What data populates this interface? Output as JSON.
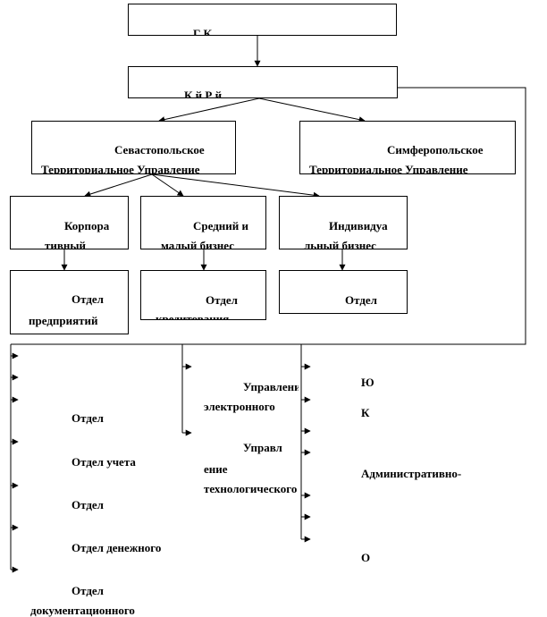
{
  "top_box": {
    "line1": "Г               К"
  },
  "main_box": {
    "line1": "К          й          Р          й"
  },
  "branches": {
    "left": {
      "line1": "Севастопольское",
      "line2": "Территориальное Управление"
    },
    "right": {
      "line1": "Симферопольское",
      "line2": "Территориальное Управление"
    }
  },
  "divisions": {
    "corporate": {
      "line1": "Корпора",
      "line2": "тивный"
    },
    "sme": {
      "line1": "Средний и",
      "line2": "малый бизнес"
    },
    "individual": {
      "line1": "Индивидуа",
      "line2": "льный бизнес"
    }
  },
  "departments": {
    "corporate": {
      "line1": "Отдел",
      "line2": "предприятий"
    },
    "sme": {
      "line1": "Отдел",
      "line2": "кредитования"
    },
    "individual": {
      "line1": "Отдел"
    }
  },
  "left_list": [
    {
      "line1": "Отдел"
    },
    {
      "line1": "Отдел      учета"
    },
    {
      "line1": "Отдел"
    },
    {
      "line1": "Отдел   денежного"
    },
    {
      "line1": "Отдел",
      "line2": "документационного"
    }
  ],
  "middle_list": [
    {
      "line1": "Управлени",
      "line2": "электронного"
    },
    {
      "line1": "Управл",
      "line2": "ение",
      "line3": "технологического"
    }
  ],
  "right_list": [
    {
      "line1": "Ю"
    },
    {
      "line1": "К"
    },
    {
      "line1": "Административно-"
    },
    {
      "line1": "О"
    }
  ]
}
